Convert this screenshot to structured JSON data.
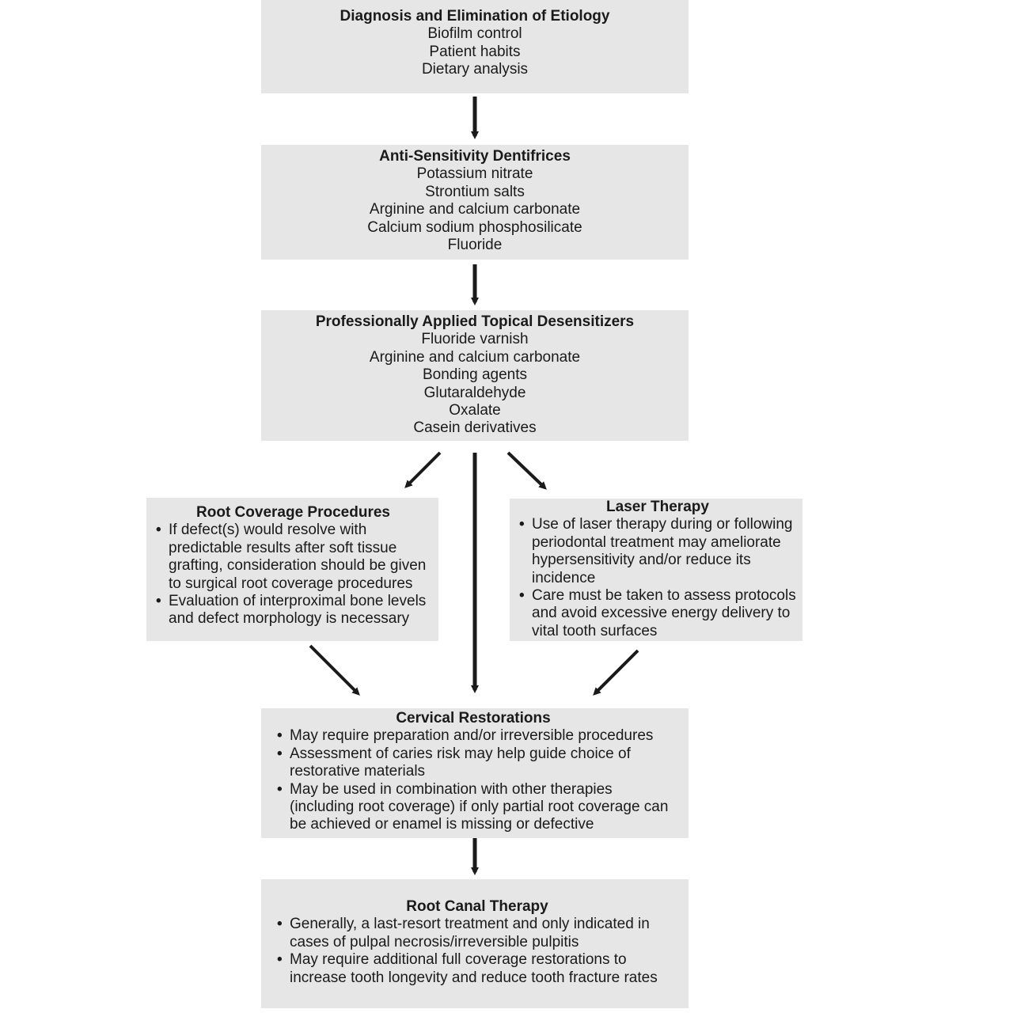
{
  "step1": {
    "title": "Diagnosis and Elimination of Etiology",
    "items": [
      "Biofilm control",
      "Patient habits",
      "Dietary analysis"
    ]
  },
  "step2": {
    "title": "Anti-Sensitivity Dentifrices",
    "items": [
      "Potassium nitrate",
      "Strontium salts",
      "Arginine and calcium carbonate",
      "Calcium sodium phosphosilicate",
      "Fluoride"
    ]
  },
  "step3": {
    "title": "Professionally Applied Topical Desensitizers",
    "items": [
      "Fluoride varnish",
      "Arginine and calcium carbonate",
      "Bonding agents",
      "Glutaraldehyde",
      "Oxalate",
      "Casein derivatives"
    ]
  },
  "root_coverage": {
    "title": "Root Coverage Procedures",
    "bullets": [
      "If defect(s) would resolve with predictable results after soft tissue grafting, consideration should be given to surgical root coverage procedures",
      "Evaluation of interproximal bone levels and defect morphology is necessary"
    ]
  },
  "laser": {
    "title": "Laser Therapy",
    "bullets": [
      "Use of laser therapy during or following periodontal treatment may ameliorate hypersensitivity and/or reduce its incidence",
      "Care must be taken to assess protocols and avoid excessive energy delivery to vital tooth surfaces"
    ]
  },
  "cervical": {
    "title": "Cervical Restorations",
    "bullets": [
      "May require preparation and/or irreversible procedures",
      "Assessment of caries risk may help guide choice of restorative materials",
      "May be used in combination with other therapies (including root coverage) if only partial root coverage can be achieved or enamel is missing or defective"
    ]
  },
  "root_canal": {
    "title": "Root Canal Therapy",
    "bullets": [
      "Generally, a last-resort treatment and only indicated in cases of pulpal necrosis/irreversible pulpitis",
      "May require additional full coverage restorations to increase tooth longevity and reduce tooth fracture rates"
    ]
  },
  "colors": {
    "box_fill": "#e6e6e6",
    "arrow": "#1a1a1a"
  }
}
